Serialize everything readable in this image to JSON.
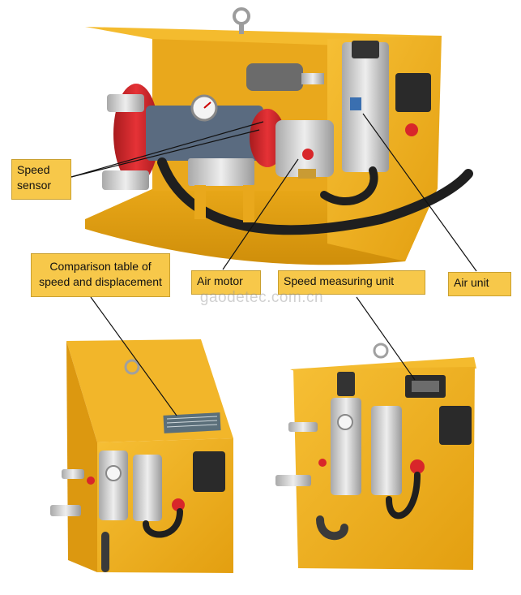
{
  "callouts": {
    "speed_sensor": "Speed sensor",
    "comparison_table": "Comparison table of speed and displacement",
    "air_motor": "Air motor",
    "speed_measuring_unit": "Speed measuring unit",
    "air_unit": "Air unit"
  },
  "watermark": "gaodetec.com.cn",
  "colors": {
    "enclosure_yellow": "#f0b21f",
    "callout_fill": "#f7c84a",
    "pump_red": "#d8262a",
    "hose_black": "#1f1f1f",
    "steel": "#c8c8c8"
  }
}
